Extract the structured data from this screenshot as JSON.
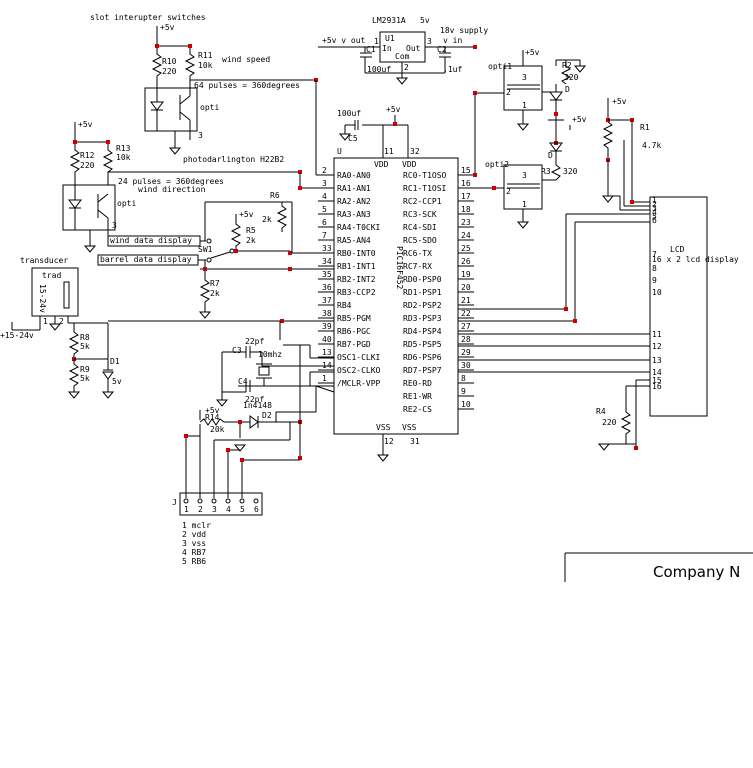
{
  "labels": {
    "slot": "slot interupter switches",
    "reg": "LM2931A",
    "reg_v": "5v",
    "supply": "18v supply",
    "vout": "+5v v out",
    "vin": "v in",
    "u1": "U1",
    "in": "In",
    "out": "Out",
    "com": "Com",
    "c1": "C1",
    "c2": "C2",
    "c1v": "100uf",
    "c2v": ".1uf",
    "p1": "1",
    "p2": "2",
    "p3": "3",
    "v5": "+5v",
    "r10": "R10",
    "r10v": "220",
    "r11": "R11",
    "r11v": "10k",
    "windspeed": "wind speed",
    "opti": "opti",
    "pulses64": "64 pulses = 360degrees",
    "r12": "R12",
    "r12v": "220",
    "r13": "R13",
    "r13v": "10k",
    "photodarl": "photodarlington H22B2",
    "pulses24": "24 pulses = 360degrees",
    "winddir": "wind direction",
    "winddisp": "wind data display",
    "barreldisp": "barrel data display",
    "sw1": "SW1",
    "r5": "R5",
    "r5v": "2k",
    "r6": "R6",
    "r6v": "2k",
    "r7": "R7",
    "r7v": "2k",
    "transducer": "transducer",
    "trad": "trad",
    "v1524": "15-24v",
    "pwr1524": "+15-24v",
    "r8": "R8",
    "r8v": "5k",
    "r9": "R9",
    "r9v": "5k",
    "d1": "D1",
    "d1v": "5v",
    "c5v": "100uf",
    "c5": "C5",
    "u": "U",
    "vdd": "VDD",
    "vss": "VSS",
    "pic": "PIC16F452",
    "c3": "C3",
    "c3v": "22pf",
    "c4": "C4",
    "c4v": "22pf",
    "xtal": "10mhz",
    "r14": "R14",
    "r14v": "20k",
    "d2": "D2",
    "d2v": "1n4148",
    "opti1": "opti1",
    "opti2": "opti2",
    "r2": "R2",
    "r2v": "320",
    "r3": "R3",
    "r3v": "320",
    "d": "D",
    "r1": "R1",
    "r1v": "4.7k",
    "lcd": "LCD",
    "lcddesc": "16 x 2 lcd display",
    "r4": "R4",
    "r4v": "220",
    "j": "J",
    "company": "Company N"
  },
  "pic_left_pins": [
    {
      "num": "2",
      "name": "RA0-AN0"
    },
    {
      "num": "3",
      "name": "RA1-AN1"
    },
    {
      "num": "4",
      "name": "RA2-AN2"
    },
    {
      "num": "5",
      "name": "RA3-AN3"
    },
    {
      "num": "6",
      "name": "RA4-T0CKI"
    },
    {
      "num": "7",
      "name": "RA5-AN4"
    },
    {
      "num": "33",
      "name": "RB0-INT0"
    },
    {
      "num": "34",
      "name": "RB1-INT1"
    },
    {
      "num": "35",
      "name": "RB2-INT2"
    },
    {
      "num": "36",
      "name": "RB3-CCP2"
    },
    {
      "num": "37",
      "name": "RB4"
    },
    {
      "num": "38",
      "name": "RB5-PGM"
    },
    {
      "num": "39",
      "name": "RB6-PGC"
    },
    {
      "num": "40",
      "name": "RB7-PGD"
    },
    {
      "num": "13",
      "name": "OSC1-CLKI"
    },
    {
      "num": "14",
      "name": "OSC2-CLKO"
    },
    {
      "num": "1",
      "name": "/MCLR-VPP"
    }
  ],
  "pic_right_pins": [
    {
      "num": "15",
      "name": "RC0-T1OSO"
    },
    {
      "num": "16",
      "name": "RC1-T1OSI"
    },
    {
      "num": "17",
      "name": "RC2-CCP1"
    },
    {
      "num": "18",
      "name": "RC3-SCK"
    },
    {
      "num": "23",
      "name": "RC4-SDI"
    },
    {
      "num": "24",
      "name": "RC5-SDO"
    },
    {
      "num": "25",
      "name": "RC6-TX"
    },
    {
      "num": "26",
      "name": "RC7-RX"
    },
    {
      "num": "19",
      "name": "RD0-PSP0"
    },
    {
      "num": "20",
      "name": "RD1-PSP1"
    },
    {
      "num": "21",
      "name": "RD2-PSP2"
    },
    {
      "num": "22",
      "name": "RD3-PSP3"
    },
    {
      "num": "27",
      "name": "RD4-PSP4"
    },
    {
      "num": "28",
      "name": "RD5-PSP5"
    },
    {
      "num": "29",
      "name": "RD6-PSP6"
    },
    {
      "num": "30",
      "name": "RD7-PSP7"
    },
    {
      "num": "8",
      "name": "RE0-RD"
    },
    {
      "num": "9",
      "name": "RE1-WR"
    },
    {
      "num": "10",
      "name": "RE2-CS"
    }
  ],
  "pic_power_pins": {
    "vdd1": "11",
    "vdd2": "32",
    "vss1": "12",
    "vss2": "31"
  },
  "lcd_pins": [
    "1",
    "2",
    "3",
    "4",
    "5",
    "6",
    "7",
    "8",
    "9",
    "10",
    "11",
    "12",
    "13",
    "14",
    "15",
    "16"
  ],
  "header_pins": [
    "1",
    "2",
    "3",
    "4",
    "5",
    "6"
  ],
  "header_legend": [
    "1 mclr",
    "2 vdd",
    "3 vss",
    "4 RB7",
    "5 RB6"
  ]
}
